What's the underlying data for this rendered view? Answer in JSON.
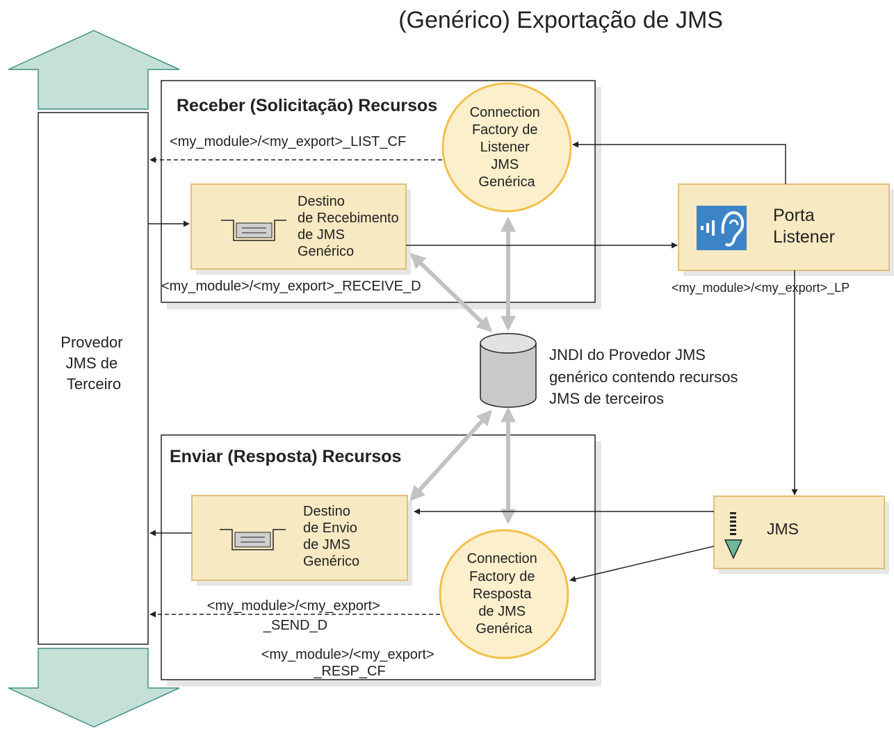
{
  "title": "(Genérico) Exportação de JMS",
  "provider": {
    "lines": [
      "Provedor",
      "JMS de",
      "Terceiro"
    ]
  },
  "receive_group": {
    "title": "Receber (Solicitação) Recursos",
    "destination": {
      "lines": [
        "Destino",
        "de Recebimento",
        "de JMS",
        "Genérico"
      ]
    },
    "destination_id": "<my_module>/<my_export>_RECEIVE_D",
    "factory": {
      "lines": [
        "Connection",
        "Factory de",
        "Listener",
        "JMS",
        "Genérica"
      ]
    },
    "factory_id": "<my_module>/<my_export>_LIST_CF"
  },
  "send_group": {
    "title": "Enviar (Resposta) Recursos",
    "destination": {
      "lines": [
        "Destino",
        "de Envio",
        "de JMS",
        "Genérico"
      ]
    },
    "destination_id_lines": [
      "<my_module>/<my_export>",
      "_SEND_D"
    ],
    "factory": {
      "lines": [
        "Connection",
        "Factory de",
        "Resposta",
        "de JMS",
        "Genérica"
      ]
    },
    "factory_id_lines": [
      "<my_module>/<my_export>",
      "_RESP_CF"
    ]
  },
  "jndi": {
    "lines": [
      "JNDI do Provedor JMS",
      "genérico contendo recursos",
      "JMS de terceiros"
    ]
  },
  "listener_port": {
    "lines": [
      "Porta",
      "Listener"
    ],
    "id": "<my_module>/<my_export>_LP",
    "icon": "ear-icon"
  },
  "jms_binding": {
    "label": "JMS",
    "icon": "queue-arrow-icon"
  },
  "colors": {
    "box_fill": "#f7e9c2",
    "box_border": "#e0c176",
    "circle_fill": "#fbefcc",
    "circle_border": "#f2c04a",
    "arrow_fill": "#c5e0d6",
    "arrow_stroke": "#3e8f86",
    "gray_arrow": "#c2c2c2",
    "shadow": "#e6e6e6",
    "cylinder": "#c9c9c9",
    "ear_bg": "#3d84c6"
  }
}
